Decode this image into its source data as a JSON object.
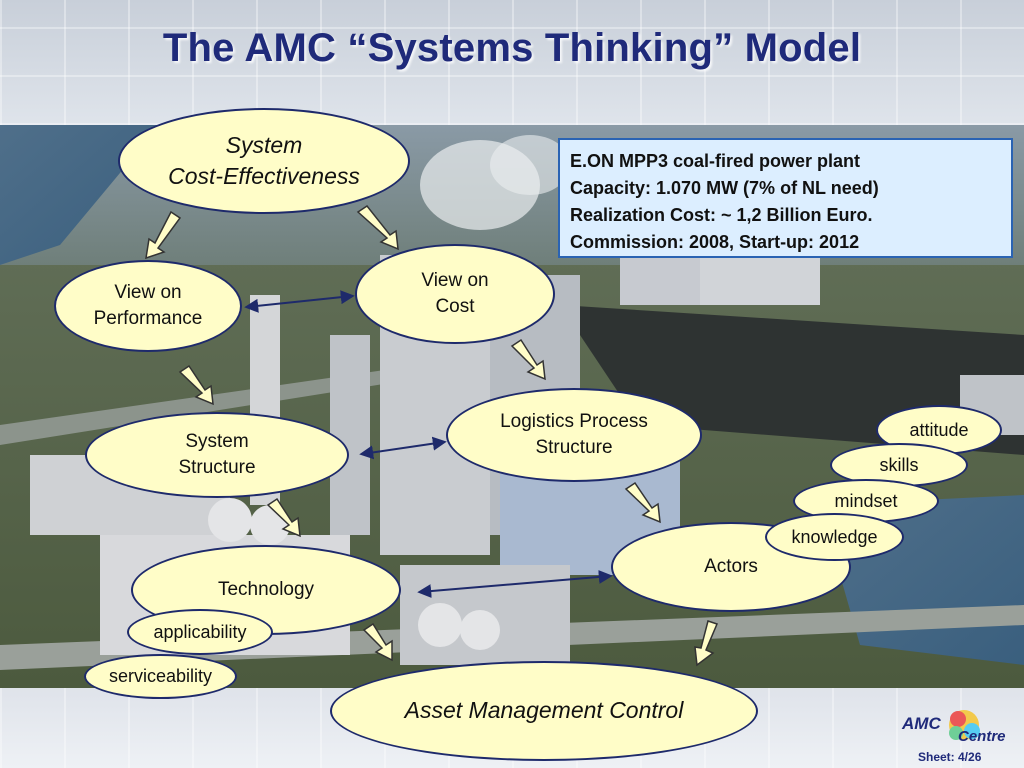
{
  "title": "The AMC “Systems Thinking” Model",
  "info": {
    "line1": "E.ON MPP3 coal-fired power plant",
    "line2": "Capacity: 1.070 MW (7% of NL need)",
    "line3": "Realization Cost: ~ 1,2 Billion Euro.",
    "line4": "Commission: 2008, Start-up: 2012"
  },
  "nodes": {
    "system_cost_effectiveness": "System\nCost-Effectiveness",
    "view_on_performance": "View on\nPerformance",
    "view_on_cost": "View on\nCost",
    "system_structure": "System\nStructure",
    "logistics_process_structure": "Logistics Process\nStructure",
    "technology": "Technology",
    "actors": "Actors",
    "asset_management_control": "Asset Management Control"
  },
  "tags": {
    "attitude": "attitude",
    "skills": "skills",
    "mindset": "mindset",
    "knowledge": "knowledge",
    "applicability": "applicability",
    "serviceability": "serviceability"
  },
  "footer": {
    "logo_left": "AMC",
    "logo_right": "Centre",
    "sheet": "Sheet: 4/26"
  },
  "colors": {
    "title": "#1f2a7a",
    "bubble_fill": "#fffdc8",
    "bubble_border": "#1e2a6b",
    "info_fill": "#dceeff",
    "info_border": "#2a63b3"
  }
}
